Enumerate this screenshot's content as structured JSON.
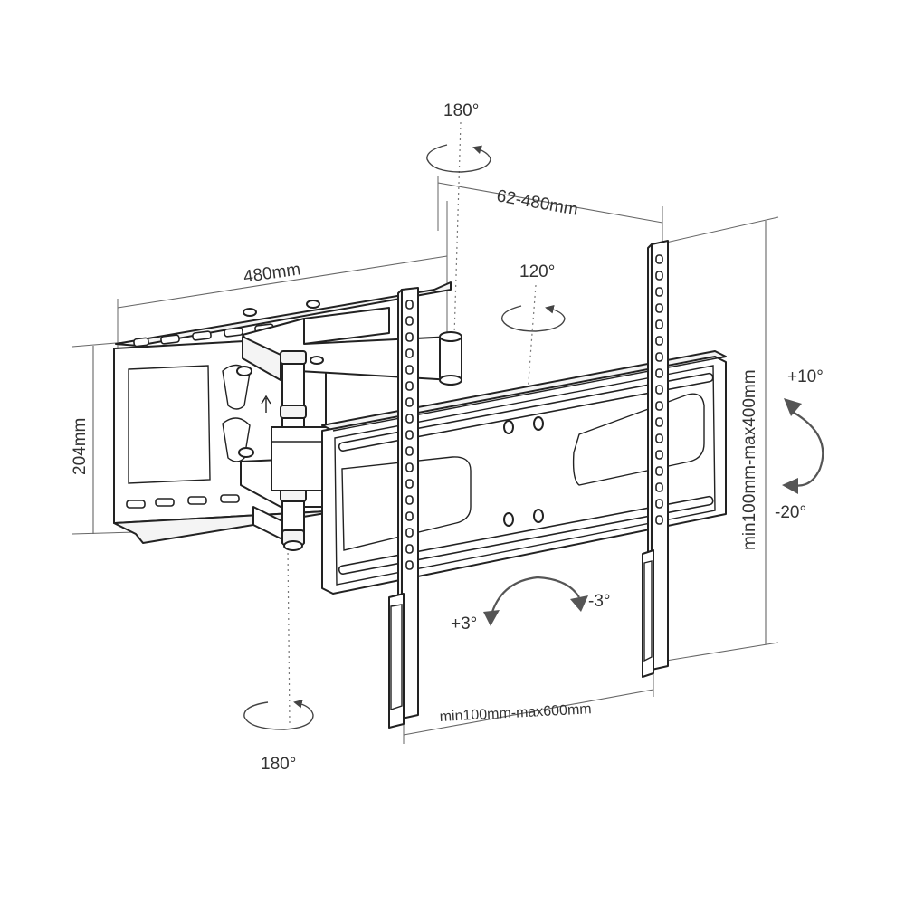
{
  "labels": {
    "swivel_top": "180°",
    "extension": "62-480mm",
    "swivel_mid": "120°",
    "arm_length": "480mm",
    "wall_height": "204mm",
    "tilt_up": "+10°",
    "tilt_down": "-20°",
    "vesa_vertical": "min100mm-max400mm",
    "level_plus": "+3°",
    "level_minus": "-3°",
    "vesa_horizontal": "min100mm-max600mm",
    "swivel_bottom": "180°"
  },
  "colors": {
    "line": "#222222",
    "dimension": "#666666",
    "text": "#333333"
  }
}
